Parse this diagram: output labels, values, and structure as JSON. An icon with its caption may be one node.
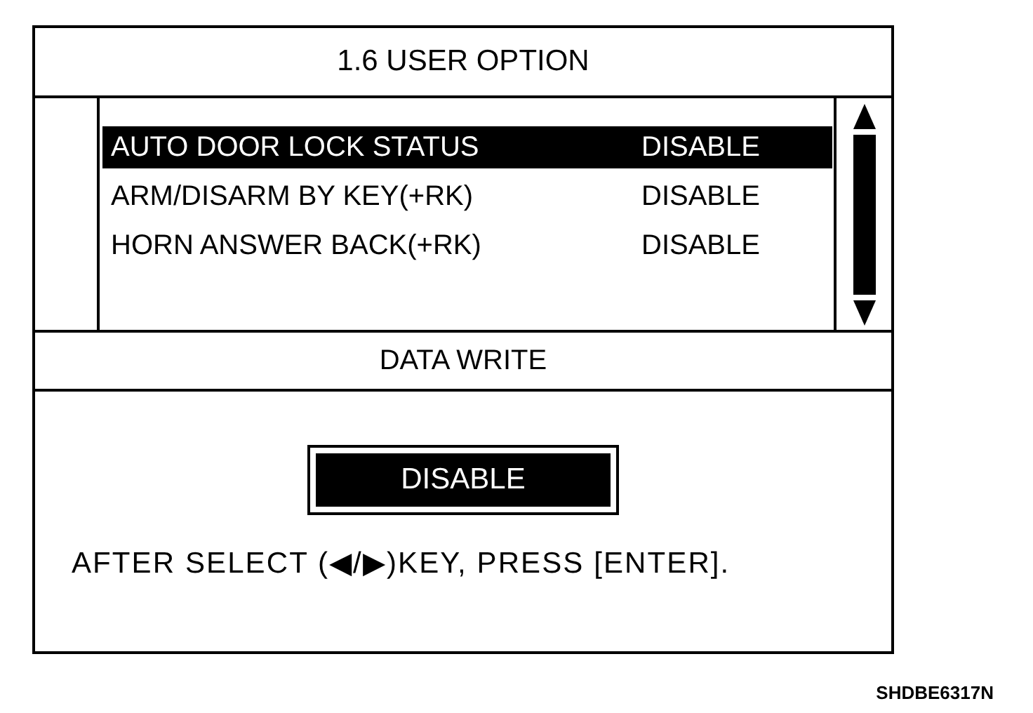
{
  "diagram": {
    "nodes": [
      {
        "text": [
          "1.6 USER OPTION"
        ]
      },
      {
        "text": [],
        "shape": "box"
      },
      {
        "text": [
          "AUTO DOOR LOCK STATUS",
          "DISABLE"
        ],
        "in": 1
      },
      {
        "text": [
          "ARM/DISARM BY KEY(+RK)",
          "DISABLE"
        ],
        "in": 1
      },
      {
        "text": [
          "HORN ANSWER BACK(+RK)",
          "DISABLE"
        ],
        "in": 1
      },
      {
        "text": [
          "DATA WRITE"
        ]
      },
      {
        "text": [
          "DISABLE"
        ]
      }
    ],
    "labels": [
      "AFTER SELECT (◀/▶)KEY, PRESS [ENTER].",
      "SHDBE6317N"
    ]
  }
}
